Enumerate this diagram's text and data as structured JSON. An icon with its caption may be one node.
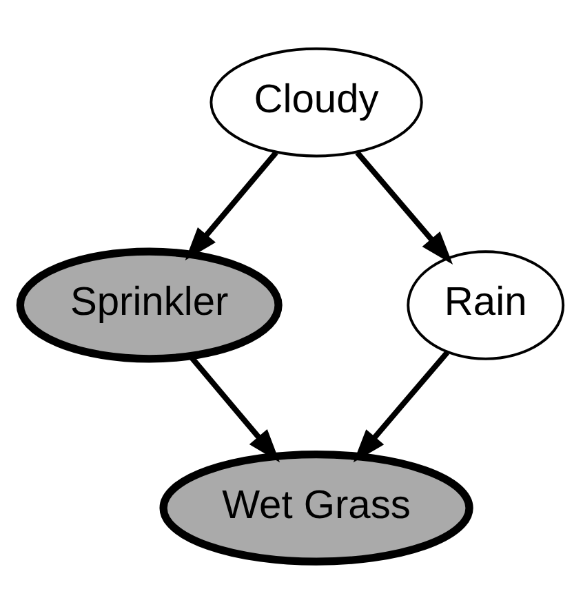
{
  "diagram": {
    "nodes": [
      {
        "text": [
          "Cloudy"
        ]
      },
      {
        "text": [
          "Sprinkler"
        ]
      },
      {
        "text": [
          "Rain"
        ]
      },
      {
        "text": [
          "Wet Grass"
        ]
      }
    ],
    "edges": [
      {
        "from": 0,
        "to": 1,
        "arrow": "to"
      },
      {
        "from": 0,
        "to": 2,
        "arrow": "to"
      },
      {
        "from": 1,
        "to": 3,
        "arrow": "to"
      },
      {
        "from": 2,
        "to": 3,
        "arrow": "to"
      }
    ]
  }
}
